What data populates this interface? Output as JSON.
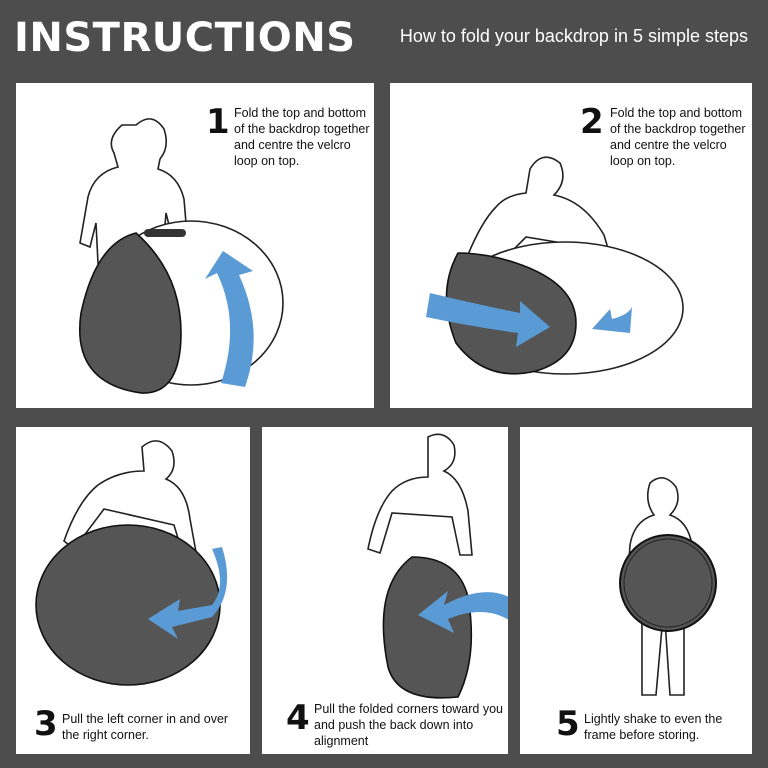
{
  "header": {
    "title": "INSTRUCTIONS",
    "subtitle": "How to fold your backdrop in 5 simple steps"
  },
  "steps": [
    {
      "number": "1",
      "text": "Fold the top and bottom of the backdrop together and centre the velcro loop on top."
    },
    {
      "number": "2",
      "text": "Fold the top and bottom of the backdrop together and centre the velcro loop on top."
    },
    {
      "number": "3",
      "text": "Pull the left corner in and over the right corner."
    },
    {
      "number": "4",
      "text": "Pull the folded corners toward you and push the back down into alignment"
    },
    {
      "number": "5",
      "text": "Lightly shake to even the frame before storing."
    }
  ],
  "colors": {
    "background": "#4d4d4d",
    "panel": "#ffffff",
    "arrow": "#5b9bd5",
    "backdrop_dark": "#555555"
  }
}
